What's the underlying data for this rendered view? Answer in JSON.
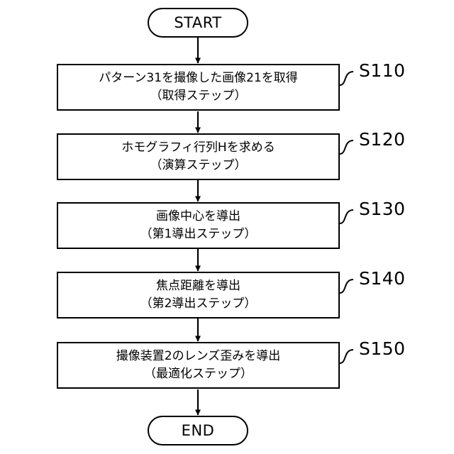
{
  "diagram": {
    "type": "flowchart",
    "orientation": "vertical",
    "background_color": "#ffffff",
    "line_color": "#000000",
    "start": {
      "label": "START"
    },
    "end": {
      "label": "END"
    },
    "steps": [
      {
        "id": "S110",
        "step_label": "S110",
        "line1": "パターン31を撮像した画像21を取得",
        "line2": "（取得ステップ）"
      },
      {
        "id": "S120",
        "step_label": "S120",
        "line1": "ホモグラフィ行列Hを求める",
        "line2": "（演算ステップ）"
      },
      {
        "id": "S130",
        "step_label": "S130",
        "line1": "画像中心を導出",
        "line2": "（第1導出ステップ）"
      },
      {
        "id": "S140",
        "step_label": "S140",
        "line1": "焦点距離を導出",
        "line2": "（第2導出ステップ）"
      },
      {
        "id": "S150",
        "step_label": "S150",
        "line1": "撮像装置2のレンズ歪みを導出",
        "line2": "（最適化ステップ）"
      }
    ]
  }
}
